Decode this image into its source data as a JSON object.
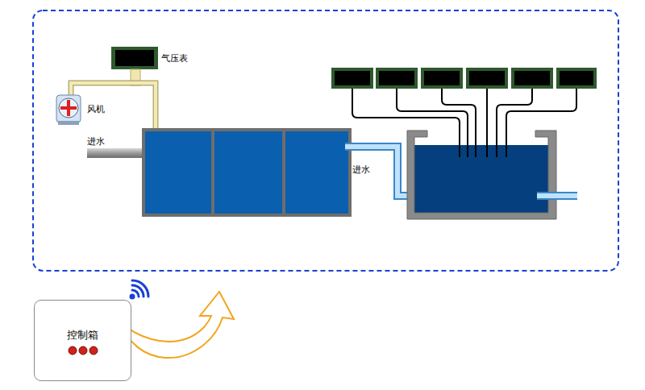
{
  "diagram": {
    "nodes": [
      {
        "text": [
          "控制箱"
        ]
      }
    ],
    "labels": [
      "气压表",
      "风机",
      "进水",
      "进水"
    ]
  }
}
